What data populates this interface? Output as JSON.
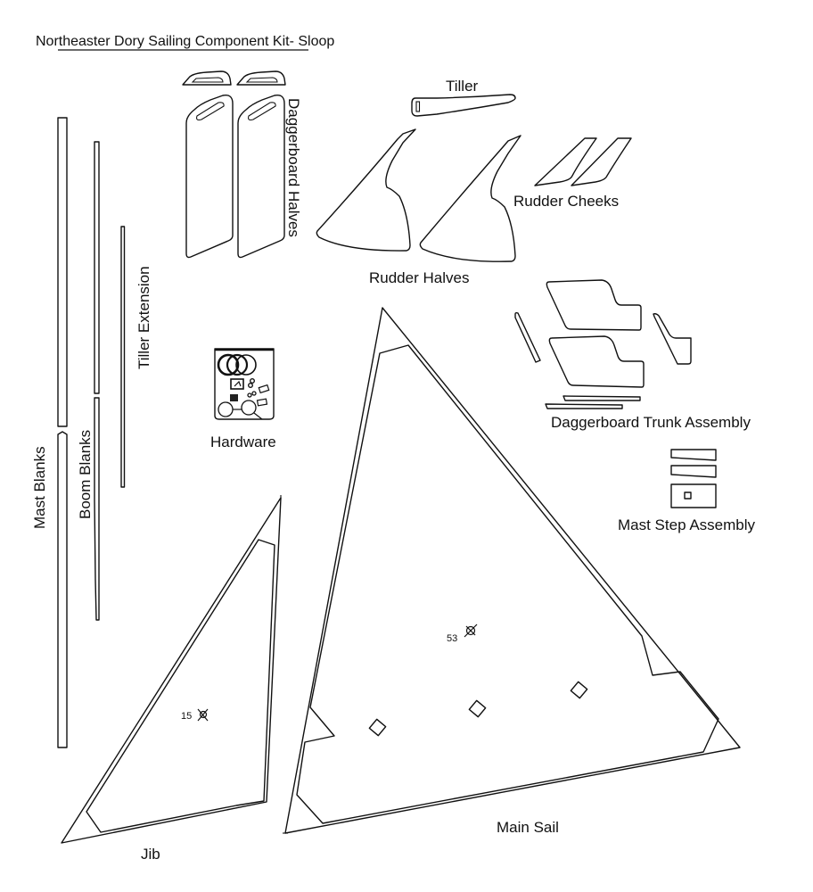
{
  "title": "Northeaster Dory Sailing Component Kit- Sloop",
  "colors": {
    "line": "#111111",
    "background": "#ffffff"
  },
  "labels": {
    "daggerboard_halves": "Daggerboard Halves",
    "tiller": "Tiller",
    "rudder_cheeks": "Rudder Cheeks",
    "rudder_halves": "Rudder Halves",
    "tiller_extension": "Tiller Extension",
    "hardware": "Hardware",
    "daggerboard_trunk_assembly": "Daggerboard Trunk Assembly",
    "mast_step_assembly": "Mast Step Assembly",
    "mast_blanks": "Mast Blanks",
    "boom_blanks": "Boom Blanks",
    "jib": "Jib",
    "main_sail": "Main Sail"
  },
  "sail_marks": {
    "jib_number": "15",
    "main_number": "53"
  },
  "icons": {
    "sail_number_marker": "crossed-circle-icon",
    "hardware": "hardware-bag-icon"
  }
}
